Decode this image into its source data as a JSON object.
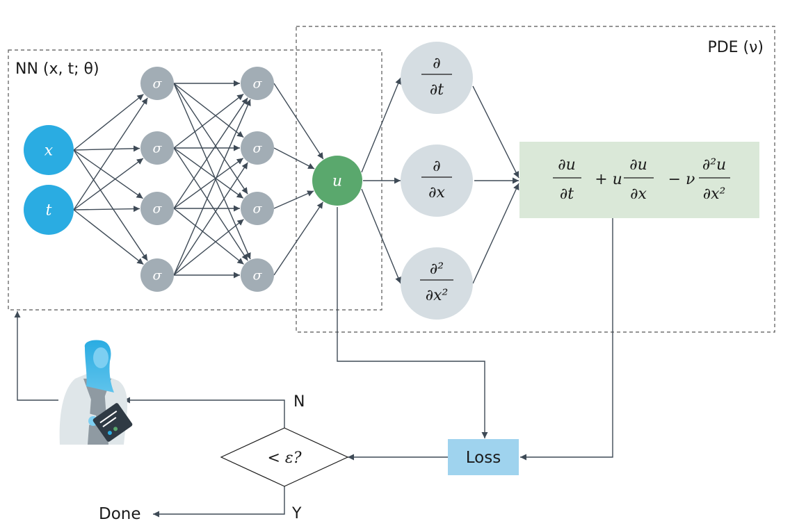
{
  "nn_box": {
    "label": "NN (x, t; θ)"
  },
  "pde_box": {
    "label": "PDE (ν)"
  },
  "inputs": [
    {
      "id": "x",
      "label": "x"
    },
    {
      "id": "t",
      "label": "t"
    }
  ],
  "hidden_layers": [
    {
      "neurons": [
        "σ",
        "σ",
        "σ",
        "σ"
      ]
    },
    {
      "neurons": [
        "σ",
        "σ",
        "σ",
        "σ"
      ]
    }
  ],
  "output": {
    "label": "u"
  },
  "derivatives": [
    {
      "numerator": "∂",
      "denominator": "∂t"
    },
    {
      "numerator": "∂",
      "denominator": "∂x"
    },
    {
      "numerator": "∂²",
      "denominator": "∂x²"
    }
  ],
  "pde_terms": {
    "t1_num": "∂u",
    "t1_den": "∂t",
    "op1": "+ u",
    "t2_num": "∂u",
    "t2_den": "∂x",
    "op2": "− ν",
    "t3_num": "∂²u",
    "t3_den": "∂x²"
  },
  "loss": {
    "label": "Loss"
  },
  "decision": {
    "label": "< ε?",
    "no_label": "N",
    "yes_label": "Y"
  },
  "done": {
    "label": "Done"
  },
  "colors": {
    "input": "#2aace2",
    "hidden": "#a2adb5",
    "output": "#5aa86d",
    "derivative": "#d5dde2",
    "pde_box": "#dae8d8",
    "loss_box": "#9fd3ee",
    "line": "#3e4a56"
  }
}
